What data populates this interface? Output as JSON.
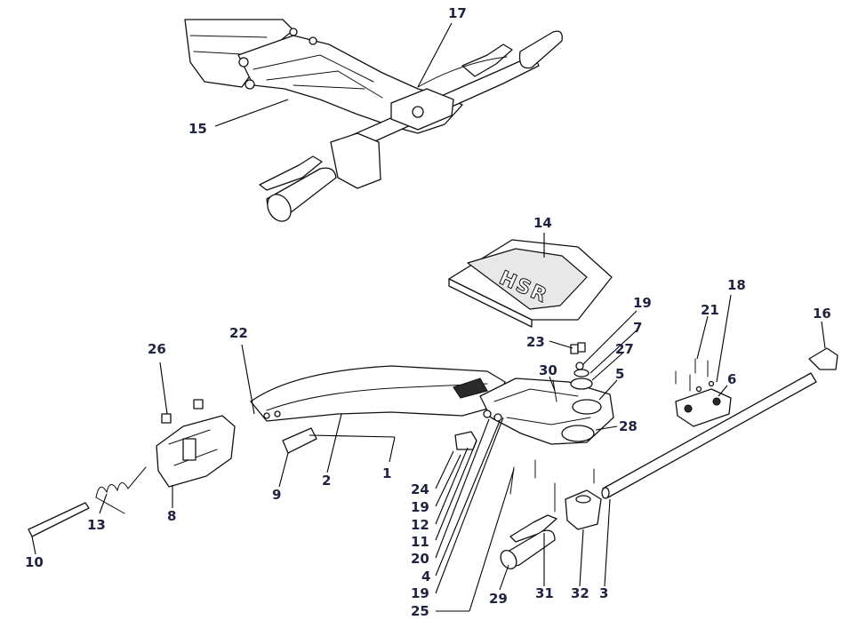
{
  "diagram": {
    "logo_text": "HSR",
    "callouts": [
      {
        "id": "c17a",
        "label": "17"
      },
      {
        "id": "c15",
        "label": "15"
      },
      {
        "id": "c14",
        "label": "14"
      },
      {
        "id": "c19a",
        "label": "19"
      },
      {
        "id": "c18",
        "label": "18"
      },
      {
        "id": "c21",
        "label": "21"
      },
      {
        "id": "c16",
        "label": "16"
      },
      {
        "id": "c7",
        "label": "7"
      },
      {
        "id": "c23",
        "label": "23"
      },
      {
        "id": "c27",
        "label": "27"
      },
      {
        "id": "c30",
        "label": "30"
      },
      {
        "id": "c5",
        "label": "5"
      },
      {
        "id": "c6",
        "label": "6"
      },
      {
        "id": "c28",
        "label": "28"
      },
      {
        "id": "c26",
        "label": "26"
      },
      {
        "id": "c22",
        "label": "22"
      },
      {
        "id": "c2",
        "label": "2"
      },
      {
        "id": "c1",
        "label": "1"
      },
      {
        "id": "c9",
        "label": "9"
      },
      {
        "id": "c24",
        "label": "24"
      },
      {
        "id": "c19b",
        "label": "19"
      },
      {
        "id": "c12",
        "label": "12"
      },
      {
        "id": "c11",
        "label": "11"
      },
      {
        "id": "c20",
        "label": "20"
      },
      {
        "id": "c4",
        "label": "4"
      },
      {
        "id": "c19c",
        "label": "19"
      },
      {
        "id": "c25",
        "label": "25"
      },
      {
        "id": "c29",
        "label": "29"
      },
      {
        "id": "c31",
        "label": "31"
      },
      {
        "id": "c32",
        "label": "32"
      },
      {
        "id": "c3",
        "label": "3"
      },
      {
        "id": "c13",
        "label": "13"
      },
      {
        "id": "c8",
        "label": "8"
      },
      {
        "id": "c10",
        "label": "10"
      }
    ]
  }
}
